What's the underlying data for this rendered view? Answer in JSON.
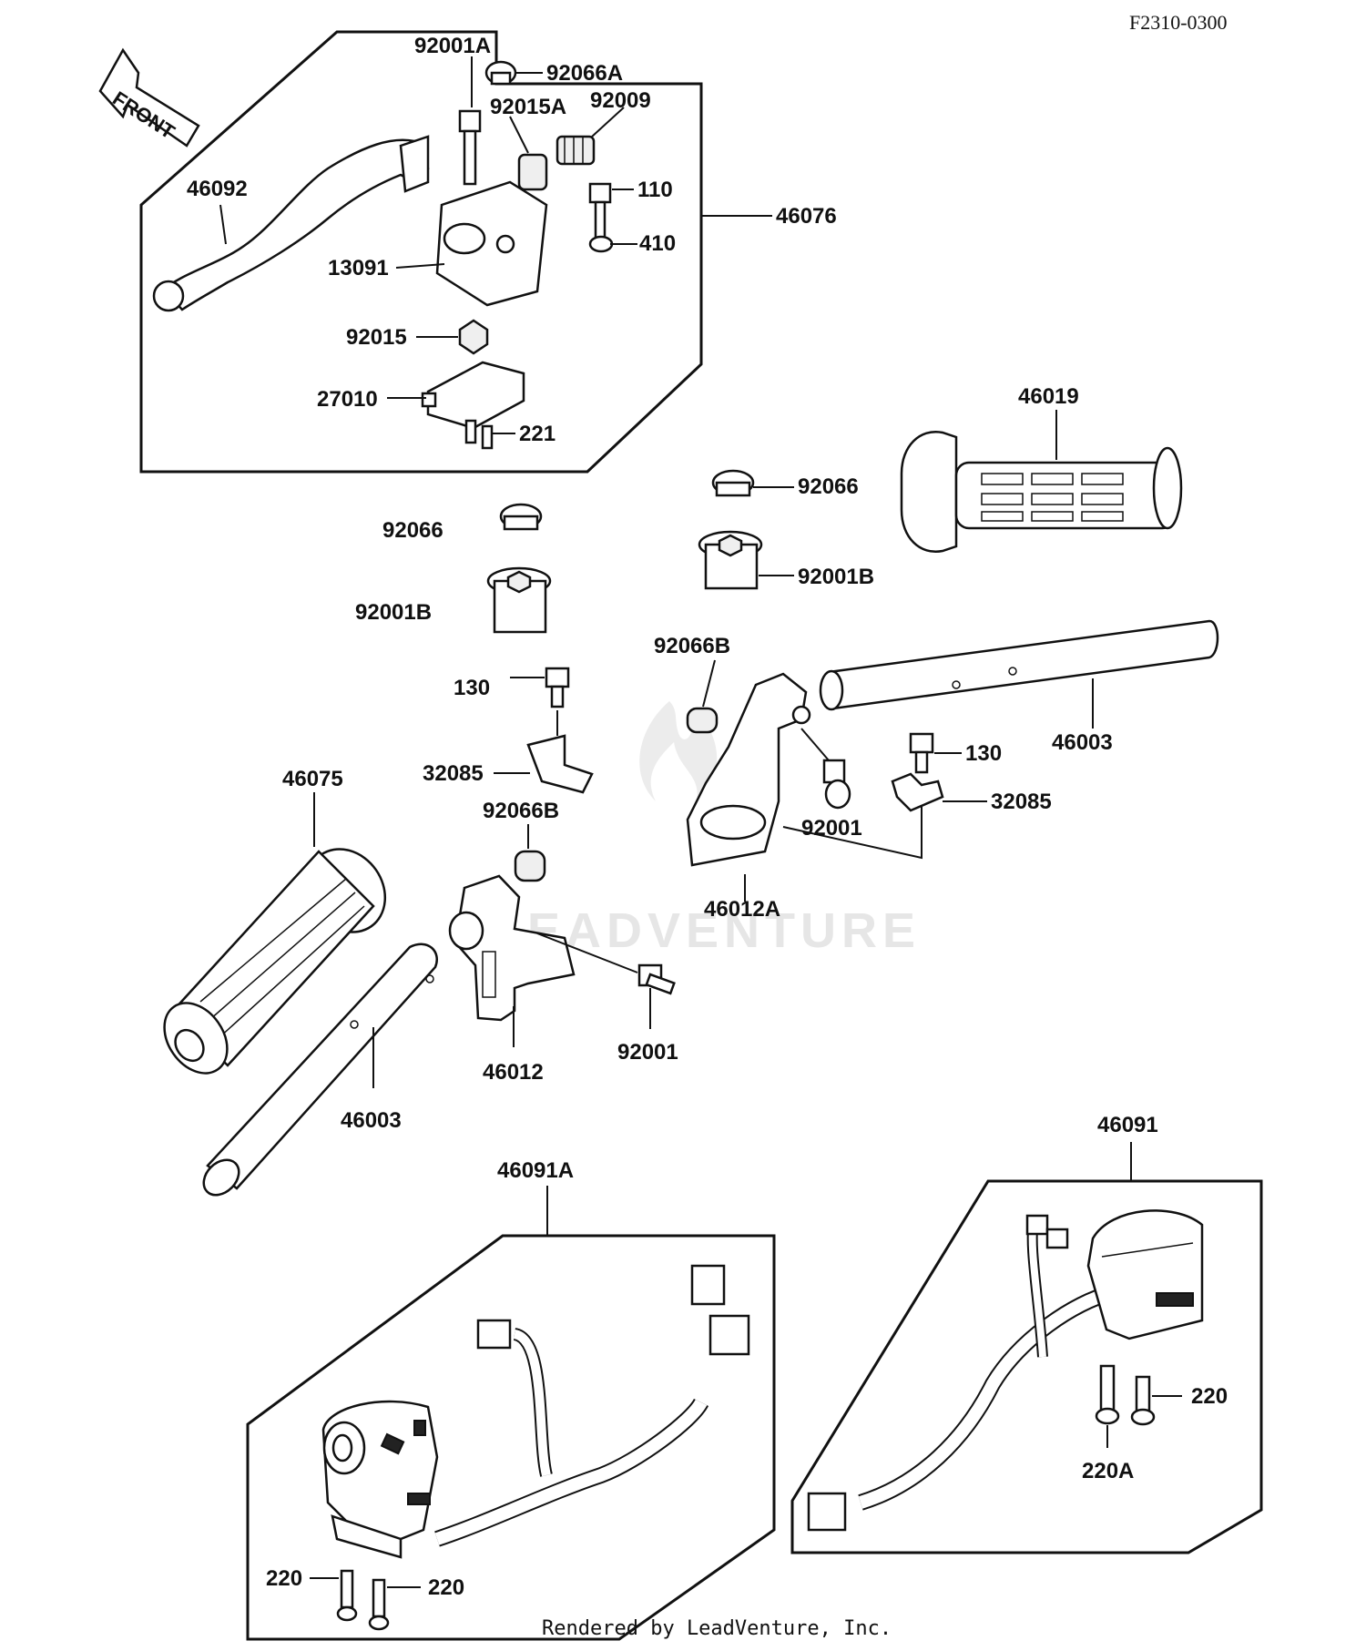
{
  "diagram_code": "F2310-0300",
  "front_arrow": "FRONT",
  "watermark": "LEADVENTURE",
  "footer": "Rendered by LeadVenture, Inc.",
  "labels": {
    "p92001A": "92001A",
    "p92066A": "92066A",
    "p92015A": "92015A",
    "p92009": "92009",
    "p46092": "46092",
    "p110": "110",
    "p46076": "46076",
    "p410": "410",
    "p13091": "13091",
    "p92015": "92015",
    "p27010": "27010",
    "p221": "221",
    "p46019": "46019",
    "p92066_r": "92066",
    "p92066_l": "92066",
    "p92001B_r": "92001B",
    "p92001B_l": "92001B",
    "p92066B_r": "92066B",
    "p130_l": "130",
    "p46003_r": "46003",
    "p130_r": "130",
    "p32085_l": "32085",
    "p32085_r": "32085",
    "p46075": "46075",
    "p92066B_l": "92066B",
    "p92001_r": "92001",
    "p46012A": "46012A",
    "p92001_l": "92001",
    "p46012": "46012",
    "p46003_l": "46003",
    "p46091": "46091",
    "p46091A": "46091A",
    "p220_r": "220",
    "p220A": "220A",
    "p220_l1": "220",
    "p220_l2": "220"
  }
}
